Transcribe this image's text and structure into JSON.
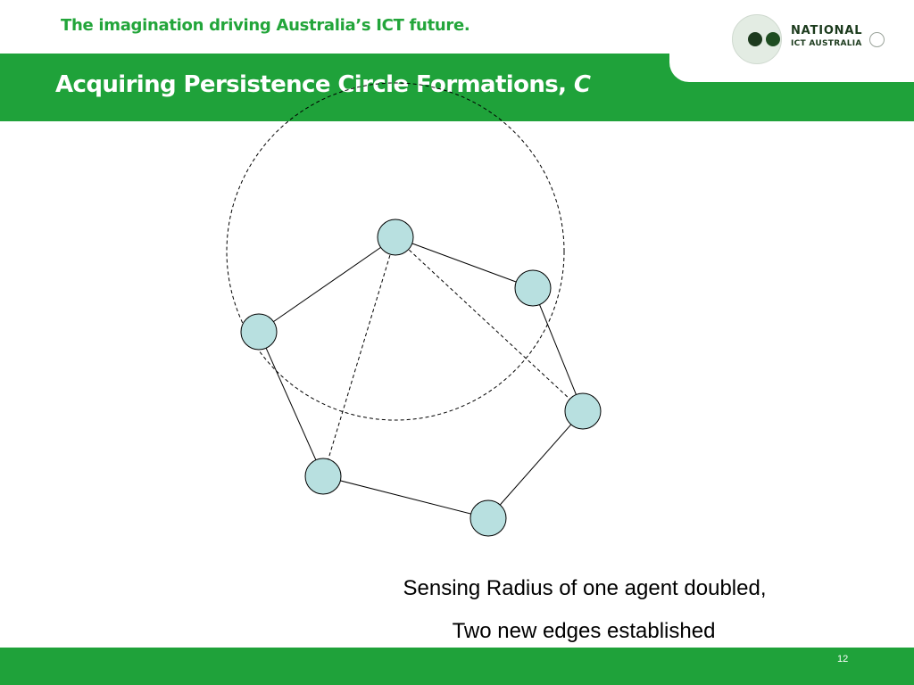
{
  "header": {
    "tagline": "The imagination driving Australia’s ICT future.",
    "title": "Acquiring Persistence Circle Formations, ",
    "title_variable": "C"
  },
  "logo": {
    "line1": "NATIONAL",
    "line2": "ICT AUSTRALIA"
  },
  "diagram": {
    "node_color": "#b8e0e0",
    "nodes": [
      {
        "id": "a"
      },
      {
        "id": "b"
      },
      {
        "id": "c"
      },
      {
        "id": "d"
      },
      {
        "id": "e"
      },
      {
        "id": "f"
      }
    ],
    "solid_edges": [
      [
        "a",
        "b"
      ],
      [
        "a",
        "c"
      ],
      [
        "b",
        "d"
      ],
      [
        "c",
        "e"
      ],
      [
        "d",
        "f"
      ],
      [
        "f",
        "e"
      ]
    ],
    "dashed_edges": [
      [
        "a",
        "d"
      ],
      [
        "a",
        "e"
      ]
    ],
    "sensing_circle_center": "a"
  },
  "captions": {
    "line1": "Sensing Radius of one agent doubled,",
    "line2": "Two new edges established"
  },
  "footer": {
    "page_number": "12"
  },
  "colors": {
    "brand_green": "#1fa23a",
    "tagline_green": "#22a53a"
  }
}
